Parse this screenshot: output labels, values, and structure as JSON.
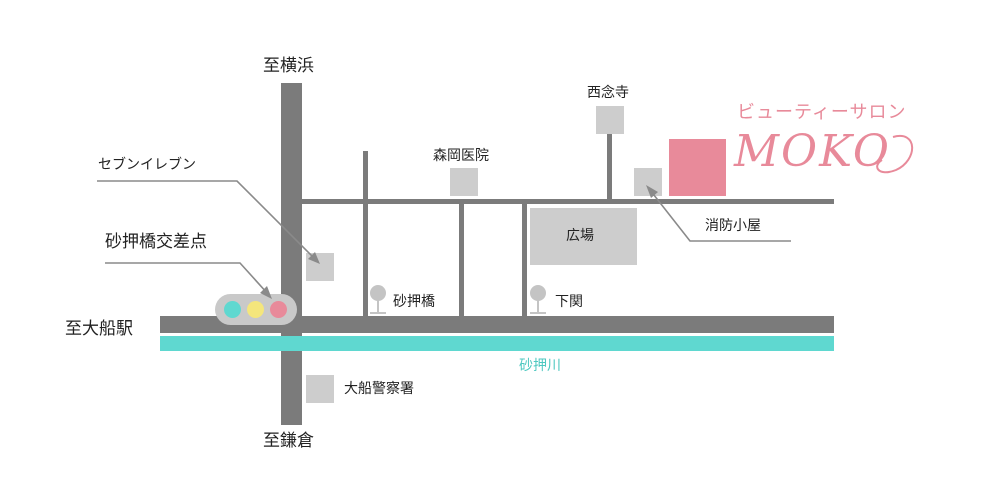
{
  "labels": {
    "north": "至横浜",
    "south": "至鎌倉",
    "west": "至大船駅",
    "seven_eleven": "セブンイレブン",
    "intersection": "砂押橋交差点",
    "temple": "西念寺",
    "clinic": "森岡医院",
    "plaza": "広場",
    "fire_hut": "消防小屋",
    "stop_sunaoshibashi": "砂押橋",
    "stop_shimozeki": "下関",
    "river": "砂押川",
    "police": "大船警察署"
  },
  "salon": {
    "subtitle": "ビューティーサロン",
    "logo_text": "MOKO"
  },
  "traffic_light": {
    "lamps": [
      "#5fd8d0",
      "#f4e67c",
      "#e88a9a"
    ]
  },
  "colors": {
    "road": "#7b7b7b",
    "river": "#5fd8d0",
    "building": "#cdcdcd",
    "target": "#e88a9a",
    "river_text": "#4ec8c0",
    "leader": "#8a8a8a"
  }
}
